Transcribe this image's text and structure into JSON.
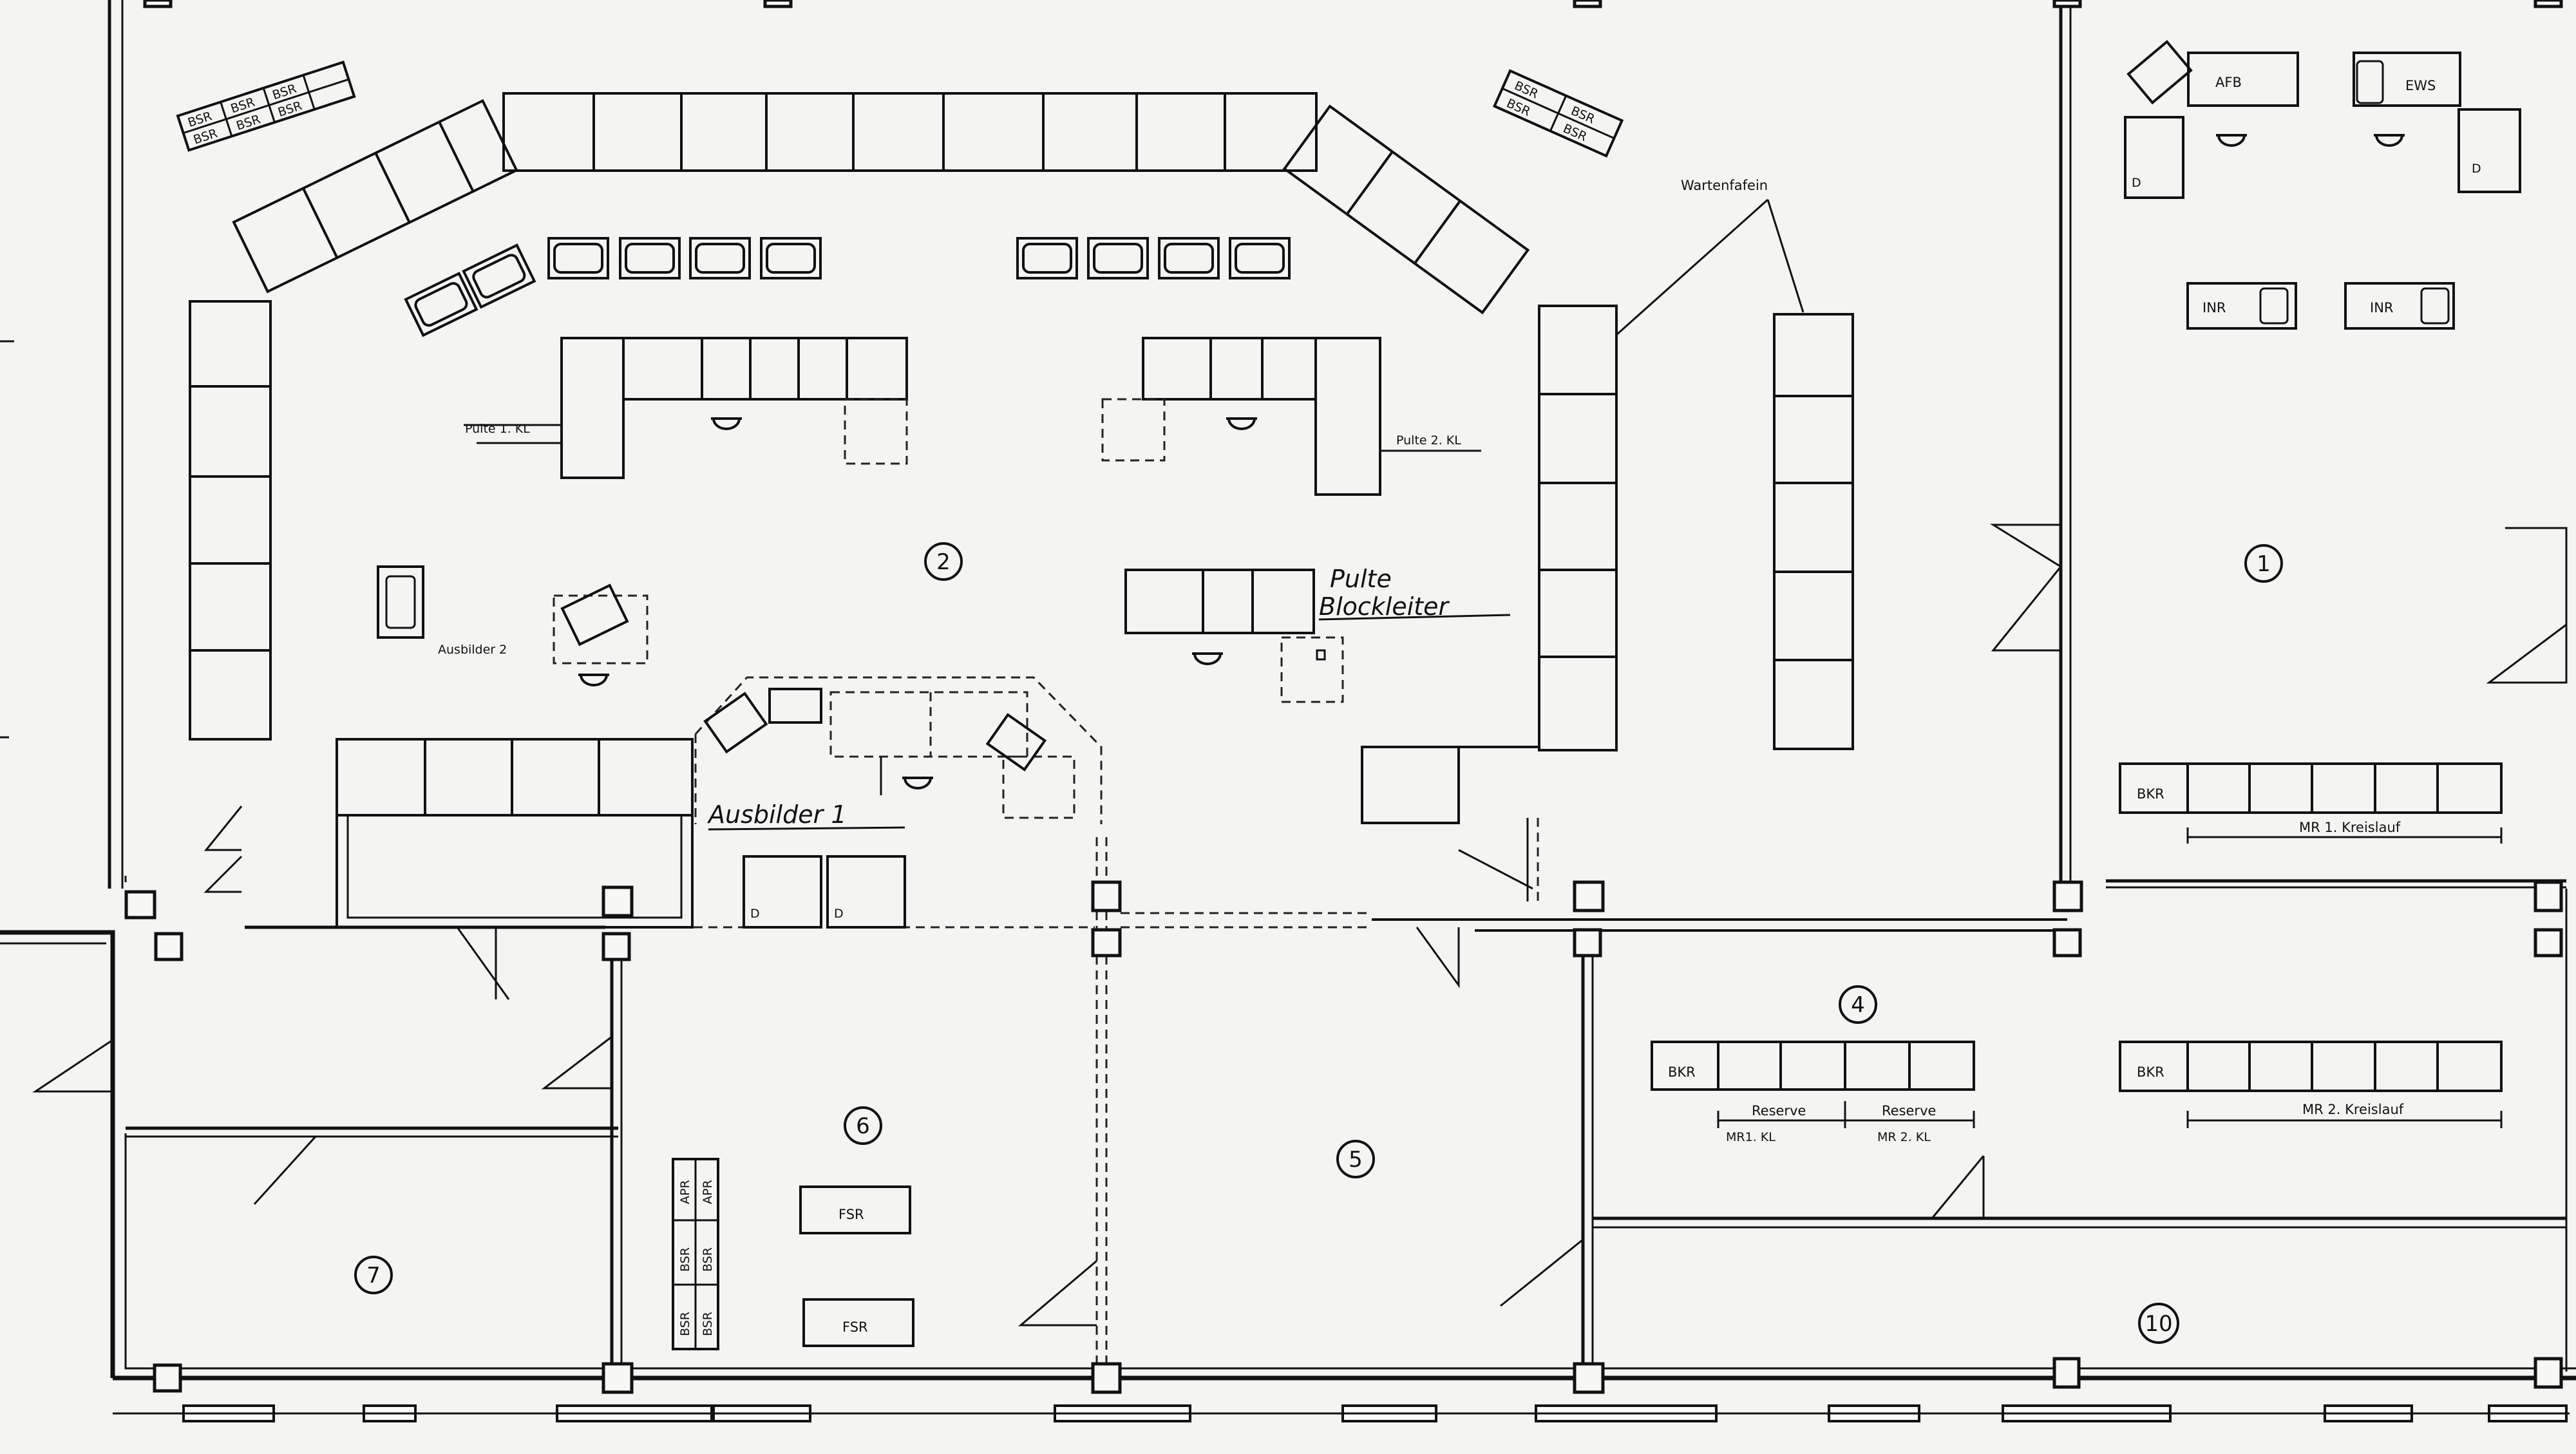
{
  "rooms": [
    "1",
    "2",
    "4",
    "5",
    "6",
    "7",
    "10"
  ],
  "labels": {
    "bsr": "BSR",
    "afb": "AFB",
    "ews": "EWS",
    "d": "D",
    "inr": "INR",
    "bkr": "BKR",
    "mr1_kreislauf": "MR 1. Kreislauf",
    "mr2_kreislauf": "MR 2. Kreislauf",
    "reserve": "Reserve",
    "mr1_kl": "MR1. KL",
    "mr2_kl": "MR 2. KL",
    "wartenfafein": "Wartenfafein",
    "pulte_1kl": "Pulte 1. KL",
    "pulte_2kl": "Pulte 2. KL",
    "pulte": "Pulte",
    "blockleiter": "Blockleiter",
    "ausbilder1": "Ausbilder 1",
    "ausbilder2": "Ausbilder 2",
    "fsr": "FSR",
    "apr": "APR"
  }
}
